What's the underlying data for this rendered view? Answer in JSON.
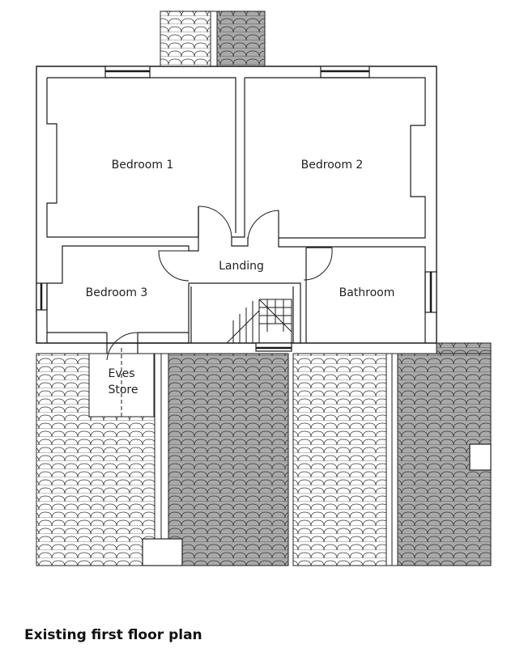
{
  "rooms": {
    "bedroom1": "Bedroom 1",
    "bedroom2": "Bedroom 2",
    "bedroom3": "Bedroom 3",
    "landing": "Landing",
    "bathroom": "Bathroom",
    "eves_line1": "Eves",
    "eves_line2": "Store"
  },
  "caption": "Existing first floor plan",
  "colors": {
    "wall": "#1a1a1a",
    "tile_light": "#ffffff",
    "tile_dark": "#a9a9a9"
  }
}
